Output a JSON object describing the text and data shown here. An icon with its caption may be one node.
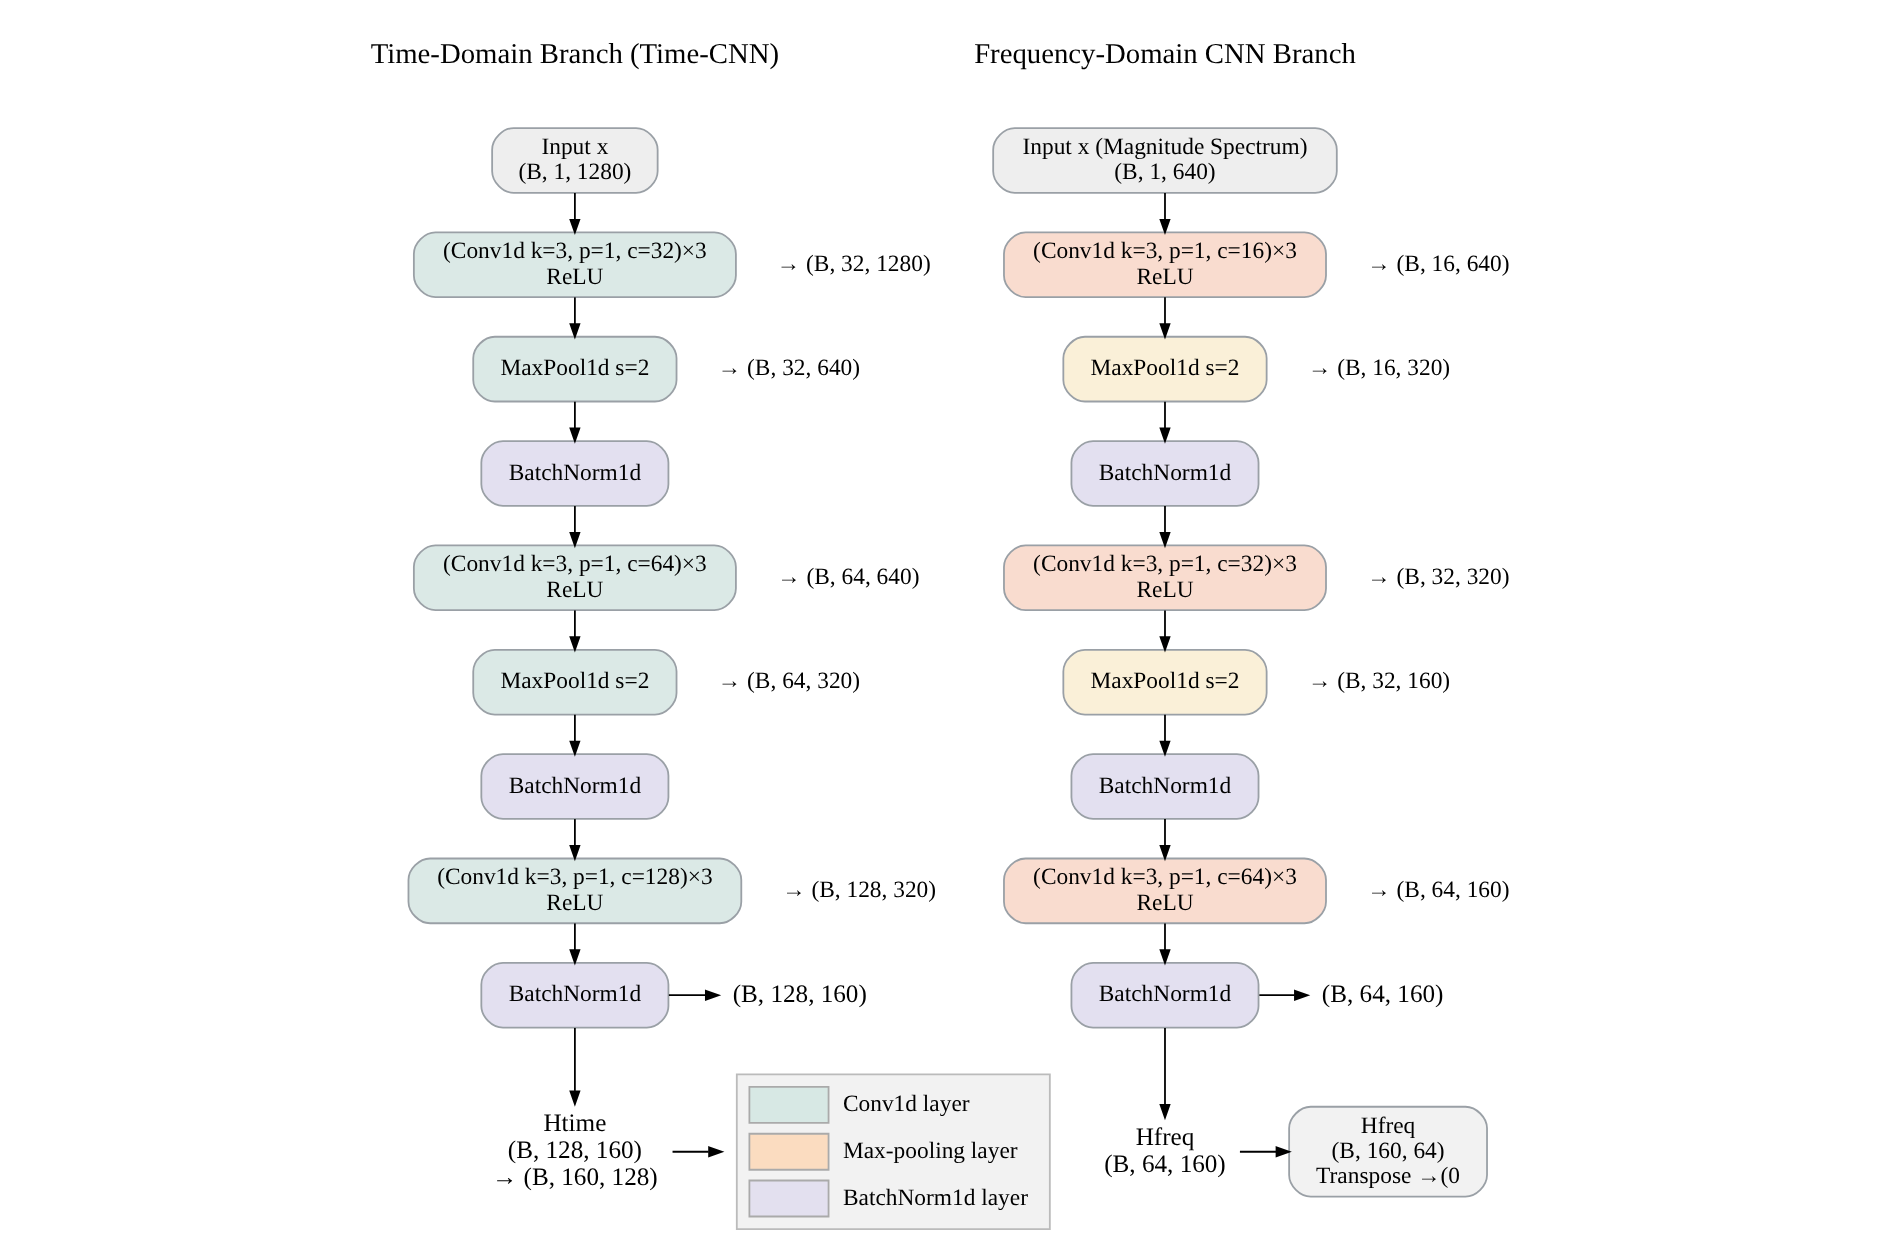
{
  "diagram": {
    "nodes": [
      {
        "text": [
          "Input x",
          "(B, 1, 1280)"
        ]
      },
      {
        "text": [
          "(Conv1d k=3, p=1, c=32)×3",
          "ReLU"
        ],
        "beside": [
          "→ (B, 32, 1280)"
        ]
      },
      {
        "text": [
          "MaxPool1d s=2"
        ],
        "beside": [
          "→ (B, 32, 640)"
        ]
      },
      {
        "text": [
          "BatchNorm1d"
        ]
      },
      {
        "text": [
          "(Conv1d k=3, p=1, c=64)×3",
          "ReLU"
        ],
        "beside": [
          "→ (B, 64, 640)"
        ]
      },
      {
        "text": [
          "MaxPool1d s=2"
        ],
        "beside": [
          "→ (B, 64, 320)"
        ]
      },
      {
        "text": [
          "BatchNorm1d"
        ]
      },
      {
        "text": [
          "(Conv1d k=3, p=1, c=128)×3",
          "ReLU"
        ],
        "beside": [
          "→ (B, 128, 320)"
        ]
      },
      {
        "text": [
          "BatchNorm1d"
        ]
      },
      {
        "text": [
          "Htime",
          "(B, 128, 160)",
          "→ (B, 160, 128)"
        ]
      },
      {
        "text": [],
        "shape": "box"
      },
      {
        "text": [
          "Input x (Magnitude Spectrum)",
          "(B, 1, 640)"
        ]
      },
      {
        "text": [
          "(Conv1d k=3, p=1, c=16)×3",
          "ReLU"
        ],
        "beside": [
          "→ (B, 16, 640)"
        ]
      },
      {
        "text": [
          "MaxPool1d s=2"
        ],
        "beside": [
          "→ (B, 16, 320)"
        ]
      },
      {
        "text": [
          "BatchNorm1d"
        ]
      },
      {
        "text": [
          "(Conv1d k=3, p=1, c=32)×3",
          "ReLU"
        ],
        "beside": [
          "→ (B, 32, 320)"
        ]
      },
      {
        "text": [
          "MaxPool1d s=2"
        ],
        "beside": [
          "→ (B, 32, 160)"
        ]
      },
      {
        "text": [
          "BatchNorm1d"
        ]
      },
      {
        "text": [
          "(Conv1d k=3, p=1, c=64)×3",
          "ReLU"
        ],
        "beside": [
          "→ (B, 64, 160)"
        ]
      },
      {
        "text": [
          "BatchNorm1d"
        ]
      },
      {
        "text": [
          "Hfreq",
          "(B, 64, 160)"
        ]
      },
      {
        "text": [
          "Hfreq",
          "(B, 160, 64)",
          "Transpose →(0"
        ]
      },
      {
        "text": [
          "(B, 128, 160)"
        ]
      },
      {
        "text": [
          "(B, 64, 160)"
        ]
      }
    ],
    "edges": [
      {
        "from": 0,
        "to": 1,
        "arrow": "to"
      },
      {
        "from": 1,
        "to": 2,
        "arrow": "to"
      },
      {
        "from": 2,
        "to": 3,
        "arrow": "to"
      },
      {
        "from": 3,
        "to": 4,
        "arrow": "to"
      },
      {
        "from": 4,
        "to": 5,
        "arrow": "to"
      },
      {
        "from": 5,
        "to": 6,
        "arrow": "to"
      },
      {
        "from": 6,
        "to": 7,
        "arrow": "to"
      },
      {
        "from": 7,
        "to": 8,
        "arrow": "to"
      },
      {
        "from": 8,
        "to": 22,
        "arrow": "to"
      },
      {
        "from": 8,
        "to": 9,
        "arrow": "to"
      },
      {
        "from": 9,
        "to": 10,
        "arrow": "to"
      },
      {
        "from": 11,
        "to": 12,
        "arrow": "to"
      },
      {
        "from": 12,
        "to": 13,
        "arrow": "to"
      },
      {
        "from": 13,
        "to": 14,
        "arrow": "to"
      },
      {
        "from": 14,
        "to": 15,
        "arrow": "to"
      },
      {
        "from": 15,
        "to": 16,
        "arrow": "to"
      },
      {
        "from": 16,
        "to": 17,
        "arrow": "to"
      },
      {
        "from": 17,
        "to": 18,
        "arrow": "to"
      },
      {
        "from": 18,
        "to": 19,
        "arrow": "to"
      },
      {
        "from": 19,
        "to": 23,
        "arrow": "to"
      },
      {
        "from": 19,
        "to": 20,
        "arrow": "to"
      },
      {
        "from": 20,
        "to": 21,
        "arrow": "to"
      }
    ],
    "labels": [
      "Time-Domain Branch (Time-CNN)",
      "Frequency-Domain CNN Branch"
    ],
    "legend": [
      {
        "text": "Conv1d layer",
        "color": "#d7e8e4"
      },
      {
        "text": "Max-pooling layer",
        "color": "#fbdcc0"
      },
      {
        "text": "BatchNorm1d layer",
        "color": "#e3e0ef"
      }
    ]
  }
}
